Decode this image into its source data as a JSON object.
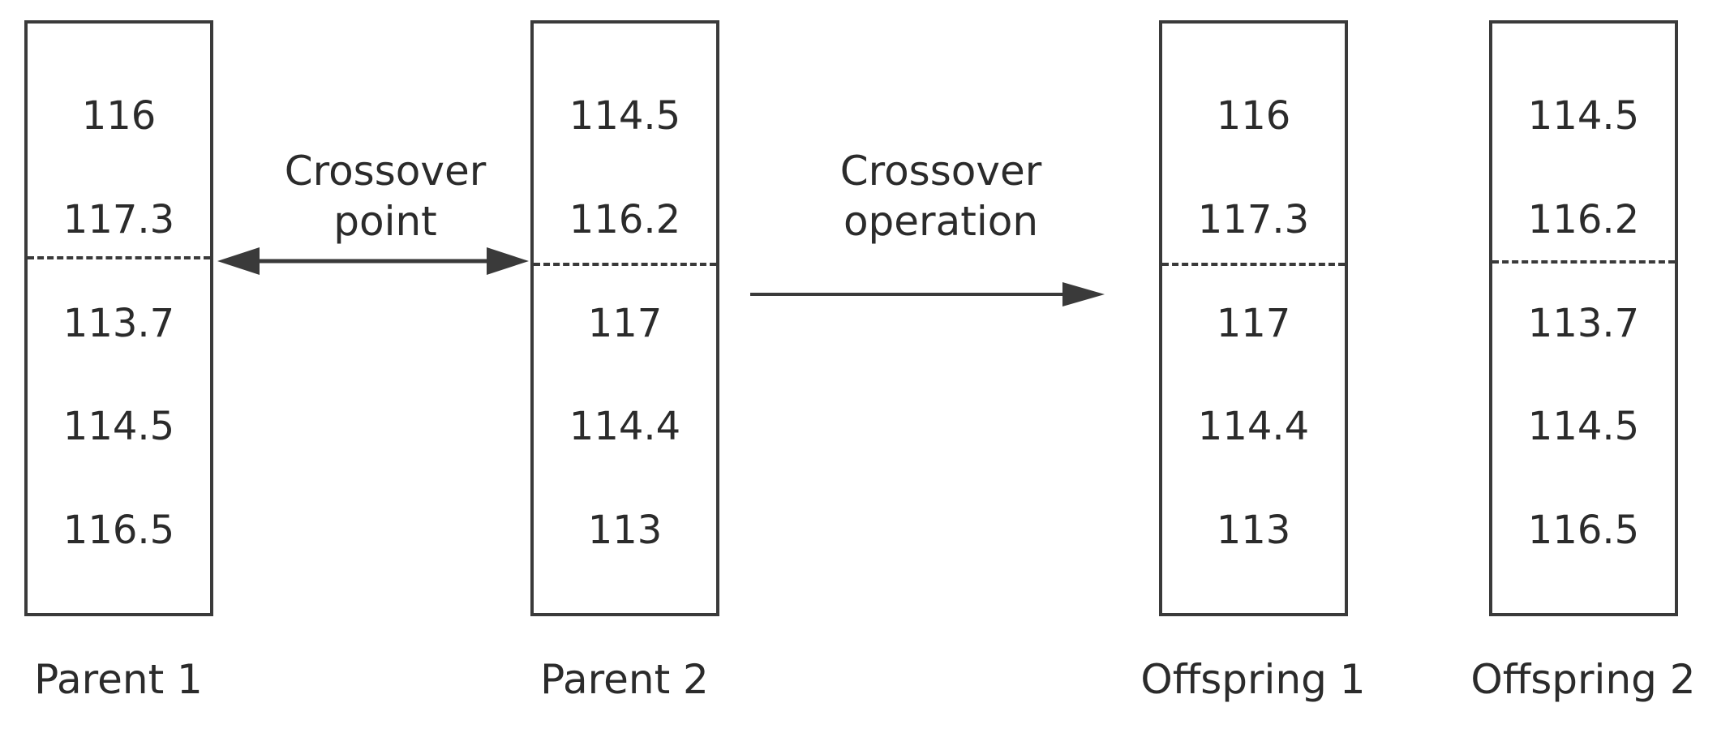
{
  "chromosomes": [
    {
      "name": "Parent 1",
      "genes": [
        "116",
        "117.3",
        "113.7",
        "114.5",
        "116.5"
      ]
    },
    {
      "name": "Parent 2",
      "genes": [
        "114.5",
        "116.2",
        "117",
        "114.4",
        "113"
      ]
    },
    {
      "name": "Offspring 1",
      "genes": [
        "116",
        "117.3",
        "117",
        "114.4",
        "113"
      ]
    },
    {
      "name": "Offspring 2",
      "genes": [
        "114.5",
        "116.2",
        "113.7",
        "114.5",
        "116.5"
      ]
    }
  ],
  "labels": {
    "crossover_point": [
      "Crossover",
      "point"
    ],
    "crossover_operation": [
      "Crossover",
      "operation"
    ]
  },
  "colors": {
    "stroke": "#3a3a3a",
    "text": "#2b2b2b"
  }
}
